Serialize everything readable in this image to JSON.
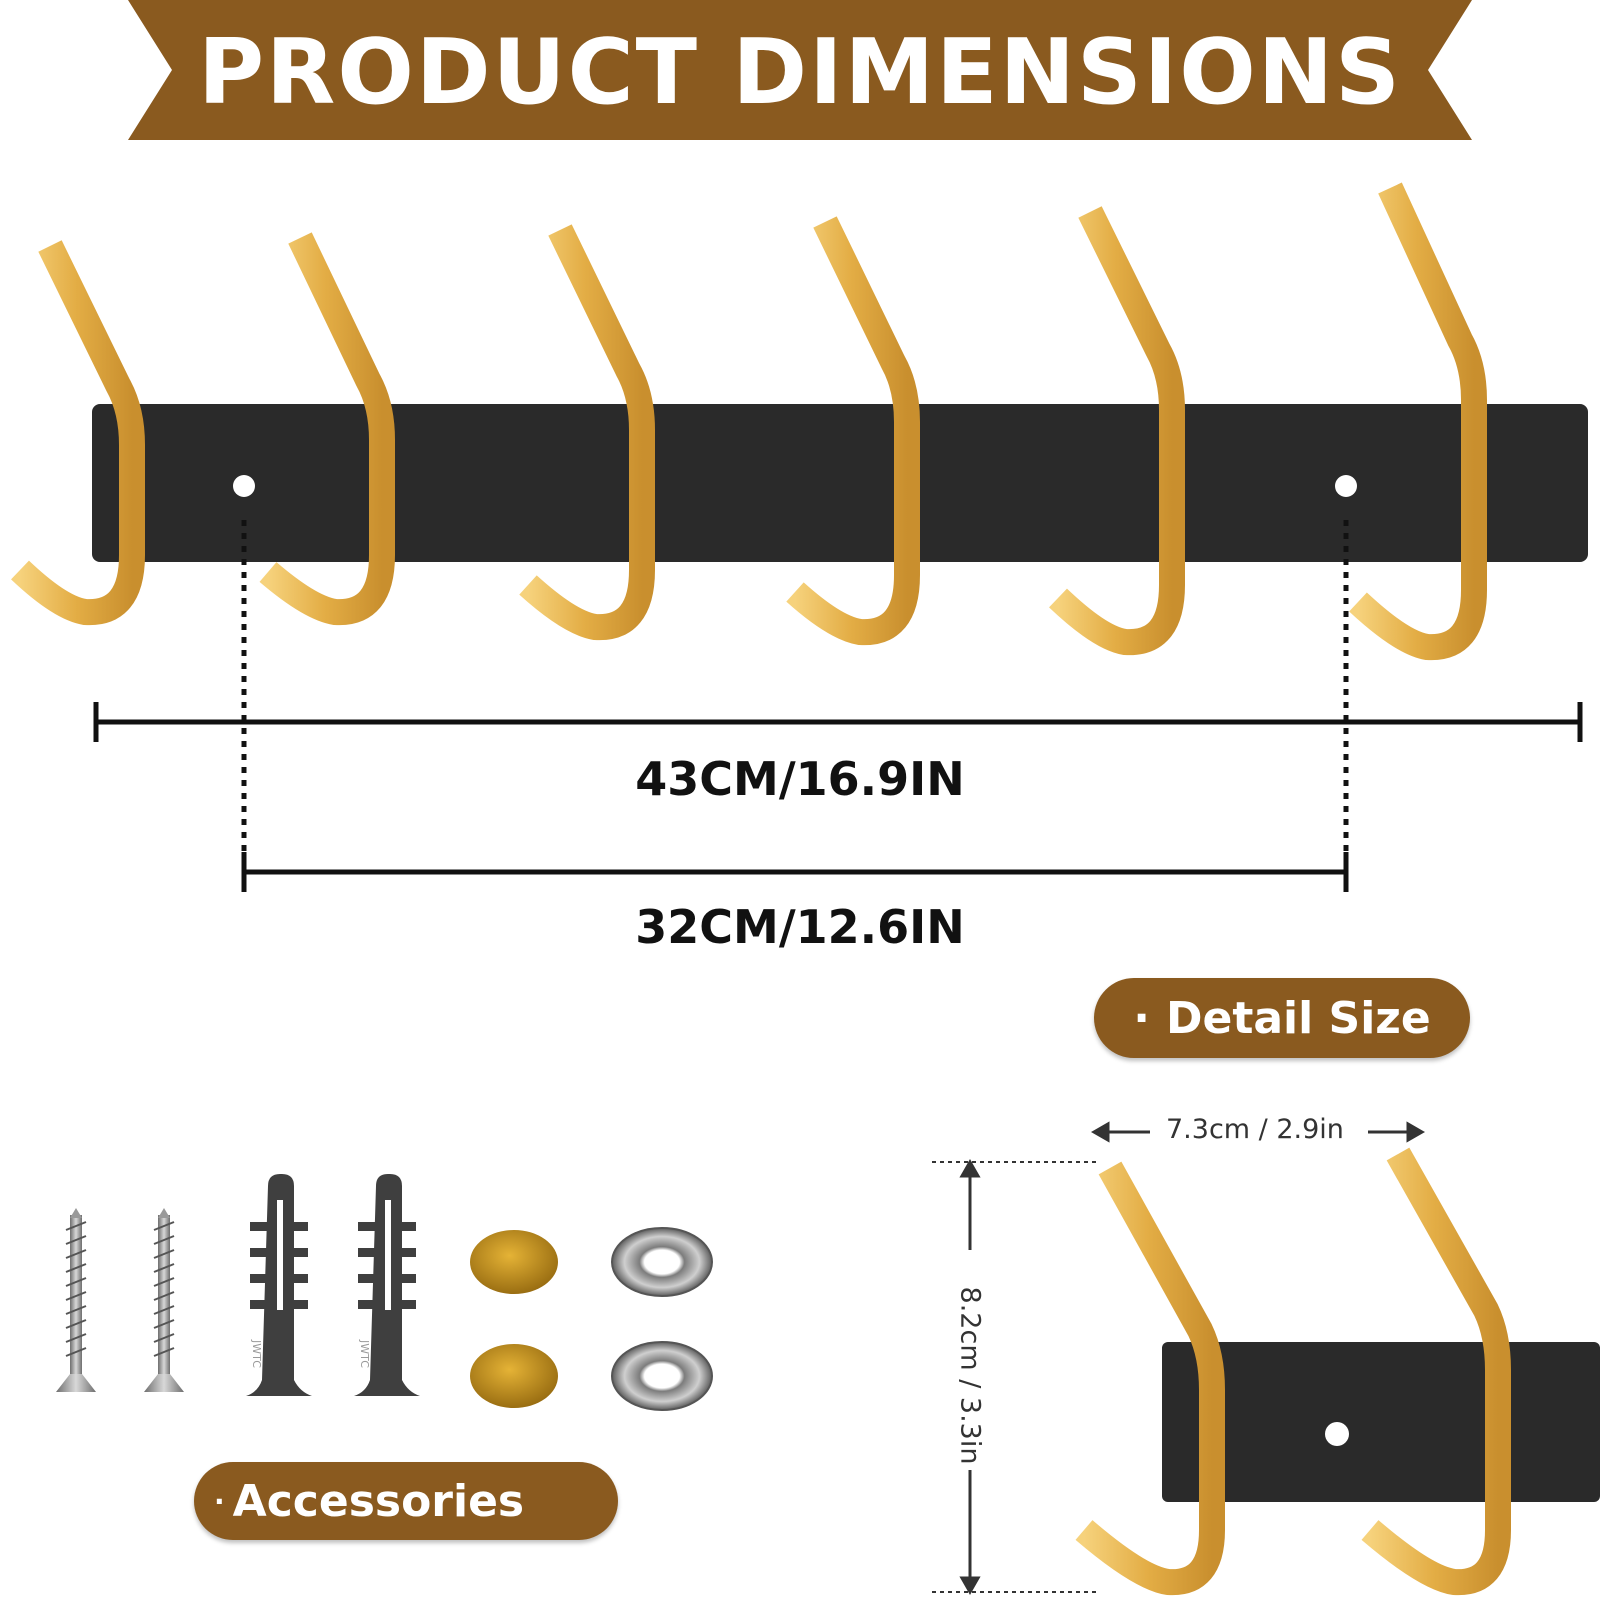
{
  "banner": {
    "title": "PRODUCT DIMENSIONS"
  },
  "dimensions": {
    "overall_length": "43CM/16.9IN",
    "hole_spacing": "32CM/12.6IN"
  },
  "detail": {
    "badge": "Detail Size",
    "hook_spacing": "7.3cm / 2.9in",
    "hook_height": "8.2cm / 3.3in"
  },
  "accessories": {
    "badge": "Accessories",
    "anchor_marking": "JWTC"
  },
  "colors": {
    "brand_brown": "#8a5a1f",
    "gold": "#e4b04a",
    "rail_black": "#2a2a2a"
  }
}
